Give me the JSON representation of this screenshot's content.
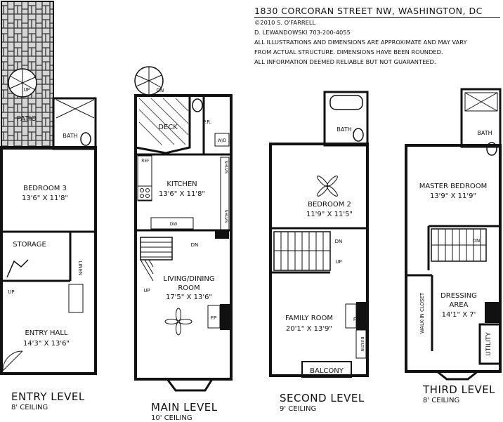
{
  "header": {
    "address": "1830 CORCORAN STREET NW, WASHINGTON, DC",
    "lines": [
      "©2010 S. O'FARRELL",
      "D. LEWANDOWSKI  703-200-4055",
      "ALL ILLUSTRATIONS AND DIMENSIONS ARE APPROXIMATE AND MAY VARY",
      "FROM ACTUAL STRUCTURE. DIMENSIONS HAVE BEEN ROUNDED.",
      "ALL INFORMATION DEEMED RELIABLE BUT NOT GUARANTEED."
    ]
  },
  "levels": {
    "entry": {
      "name": "ENTRY LEVEL",
      "ceiling": "8' CEILING"
    },
    "main": {
      "name": "MAIN LEVEL",
      "ceiling": "10' CEILING"
    },
    "second": {
      "name": "SECOND LEVEL",
      "ceiling": "9' CEILING"
    },
    "third": {
      "name": "THIRD LEVEL",
      "ceiling": "8' CEILING"
    }
  },
  "rooms": {
    "entry": {
      "patio": "PATIO",
      "up": "UP",
      "bath": "BATH",
      "bedroom": "BEDROOM 3",
      "bedroom_dim": "13'6\" X 11'8\"",
      "storage": "STORAGE",
      "linen": "LINEN",
      "up2": "UP",
      "hall": "ENTRY HALL",
      "hall_dim": "14'3\" X 13'6\""
    },
    "main": {
      "dn": "DN",
      "deck": "DECK",
      "pr": "P.R.",
      "wd": "W/D",
      "ref": "REF",
      "shlvs1": "SHLVS",
      "shlvs2": "SHLVS",
      "kitchen": "KITCHEN",
      "kitchen_dim": "13'6\" X 11'8\"",
      "dw": "DW",
      "dn2": "DN",
      "up": "UP",
      "living": "LIVING/DINING",
      "living2": "ROOM",
      "living_dim": "17'5\" X 13'6\"",
      "fp": "FP"
    },
    "second": {
      "bath": "BATH",
      "bedroom": "BEDROOM 2",
      "bedroom_dim": "11'9\" X 11'5\"",
      "dn": "DN",
      "up": "UP",
      "family": "FAMILY ROOM",
      "family_dim": "20'1\" X 13'9\"",
      "fp": "FP",
      "builtin": "BUILTIN",
      "balcony": "BALCONY"
    },
    "third": {
      "bath": "BATH",
      "master": "MASTER BEDROOM",
      "master_dim": "13'9\" X 11'9\"",
      "dn": "DN",
      "walkin": "WALK-IN CLOSET",
      "dressing": "DRESSING",
      "area": "AREA",
      "dressing_dim": "14'1\" X 7'",
      "utility": "UTILITY"
    }
  }
}
